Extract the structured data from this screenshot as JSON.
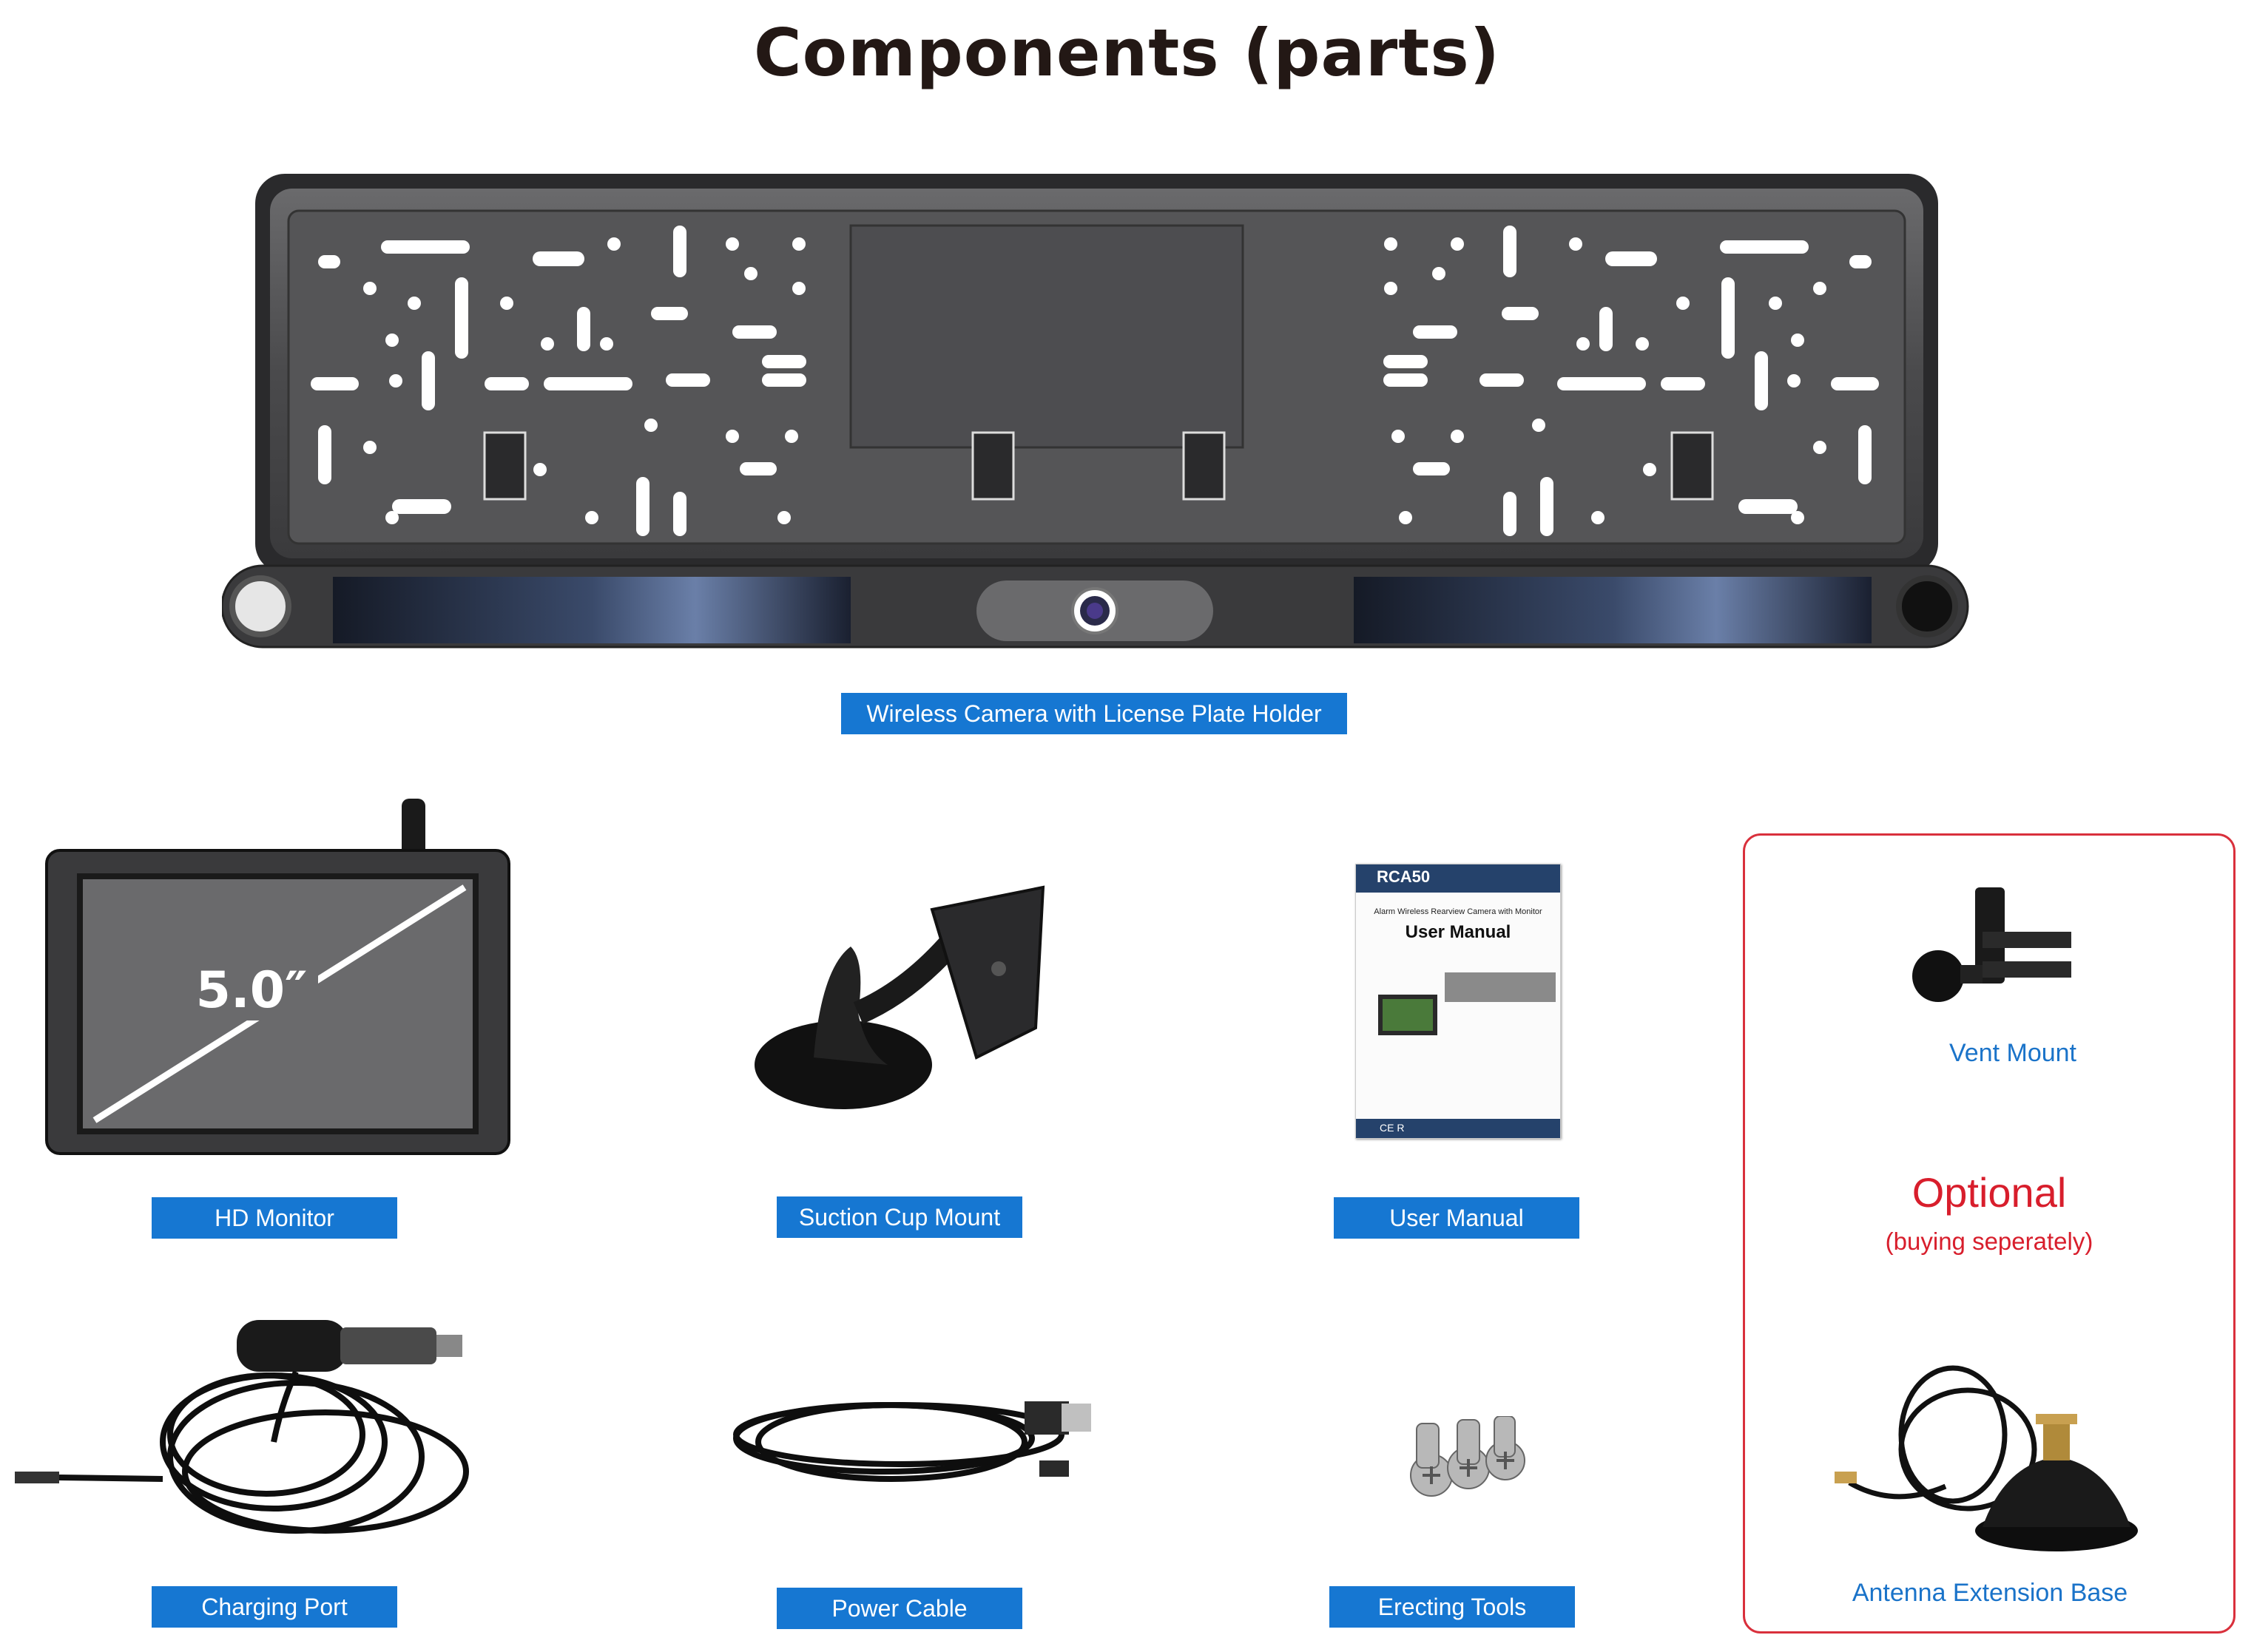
{
  "title": "Components (parts)",
  "main_item": {
    "label": "Wireless Camera with License Plate Holder"
  },
  "items": [
    {
      "label": "HD Monitor",
      "screen_size": "5.0″"
    },
    {
      "label": "Suction Cup Mount"
    },
    {
      "label": "User Manual",
      "manual_model": "RCA50",
      "manual_subtitle": "Alarm Wireless Rearview Camera with Monitor",
      "manual_title": "User Manual",
      "manual_marks": "CE R"
    },
    {
      "label": "Charging Port"
    },
    {
      "label": "Power Cable"
    },
    {
      "label": "Erecting Tools"
    }
  ],
  "optional": {
    "heading": "Optional",
    "note": "(buying seperately)",
    "items": [
      {
        "label": "Vent Mount"
      },
      {
        "label": "Antenna Extension Base"
      }
    ]
  },
  "colors": {
    "label_bg": "#1677d2",
    "optional_border": "#d9303c",
    "optional_text": "#d81e2c",
    "optional_item_text": "#1a73c9"
  }
}
